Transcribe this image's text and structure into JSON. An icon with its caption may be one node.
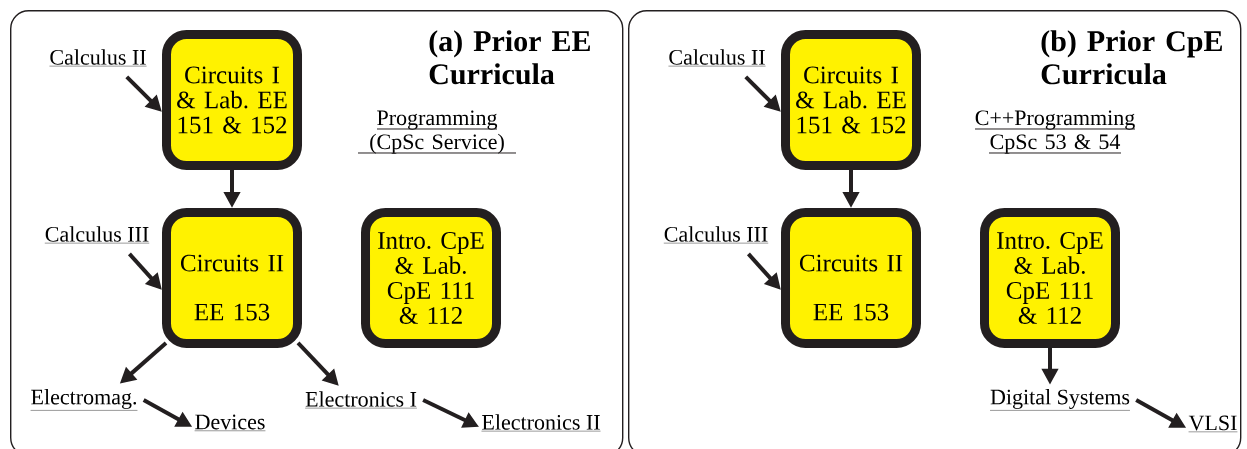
{
  "diagram": {
    "nodes": [
      {
        "text": [
          "(a) Prior EE Curricula"
        ]
      },
      {
        "text": [
          "Calculus II"
        ],
        "in": 0
      },
      {
        "text": [
          "Circuits I & Lab. EE 151 & 152"
        ],
        "in": 0
      },
      {
        "text": [
          "Calculus III"
        ],
        "in": 0
      },
      {
        "text": [
          "Circuits II",
          "EE 153"
        ],
        "in": 0
      },
      {
        "text": [
          "Intro. CpE & Lab. CpE 111 & 112"
        ],
        "in": 0
      },
      {
        "text": [
          "Electromag."
        ],
        "in": 0
      },
      {
        "text": [
          "Devices"
        ],
        "in": 0
      },
      {
        "text": [
          "Electronics I"
        ],
        "in": 0
      },
      {
        "text": [
          "Electronics II"
        ],
        "in": 0
      },
      {
        "text": [
          "(b) Prior CpE Curricula"
        ]
      },
      {
        "text": [
          "Calculus II"
        ],
        "in": 10
      },
      {
        "text": [
          "Circuits I & Lab. EE 151 & 152"
        ],
        "in": 10
      },
      {
        "text": [
          "Calculus III"
        ],
        "in": 10
      },
      {
        "text": [
          "Circuits II",
          "EE 153"
        ],
        "in": 10
      },
      {
        "text": [
          "Intro. CpE & Lab. CpE 111 & 112"
        ],
        "in": 10
      },
      {
        "text": [
          "Digital Systems"
        ],
        "in": 10
      },
      {
        "text": [
          "VLSI"
        ],
        "in": 10
      }
    ],
    "edges": [
      {
        "from": 1,
        "to": 2,
        "arrow": "to"
      },
      {
        "from": 2,
        "to": 4,
        "arrow": "to"
      },
      {
        "from": 3,
        "to": 4,
        "arrow": "to"
      },
      {
        "from": 4,
        "to": 6,
        "arrow": "to"
      },
      {
        "from": 4,
        "to": 8,
        "arrow": "to"
      },
      {
        "from": 6,
        "to": 7,
        "arrow": "to"
      },
      {
        "from": 8,
        "to": 9,
        "arrow": "to"
      },
      {
        "from": 11,
        "to": 12,
        "arrow": "to"
      },
      {
        "from": 12,
        "to": 14,
        "arrow": "to"
      },
      {
        "from": 13,
        "to": 14,
        "arrow": "to"
      },
      {
        "from": 15,
        "to": 16,
        "arrow": "to"
      },
      {
        "from": 16,
        "to": 17,
        "arrow": "to"
      }
    ],
    "labels": [
      "Programming (CpSc Service)",
      "C++Programming CpSc 53 & 54"
    ]
  }
}
